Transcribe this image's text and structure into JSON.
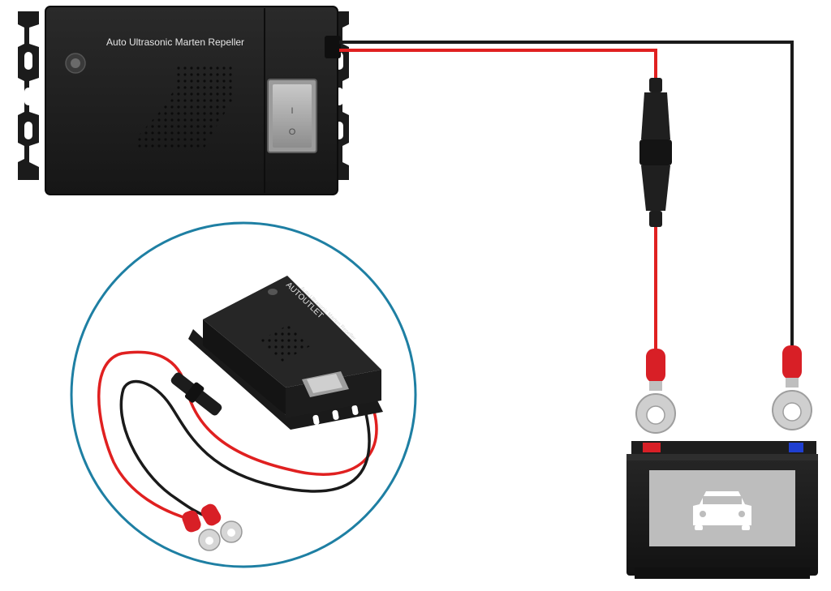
{
  "device": {
    "label": "Auto Ultrasonic Marten Repeller",
    "switch_symbol_on": "I",
    "switch_symbol_off": "O"
  },
  "inset": {
    "brand": "AUTOUTLET",
    "device_label": "Auto Ultrasonic Marten Repeller"
  },
  "colors": {
    "device_body": "#1f1f1f",
    "wire_positive": "#e02020",
    "wire_negative": "#1a1a1a",
    "inset_ring": "#1e7fa3",
    "battery_body": "#1c1c1c",
    "battery_label": "#bdbdbd"
  },
  "icons": {
    "battery_label": "car-icon"
  }
}
